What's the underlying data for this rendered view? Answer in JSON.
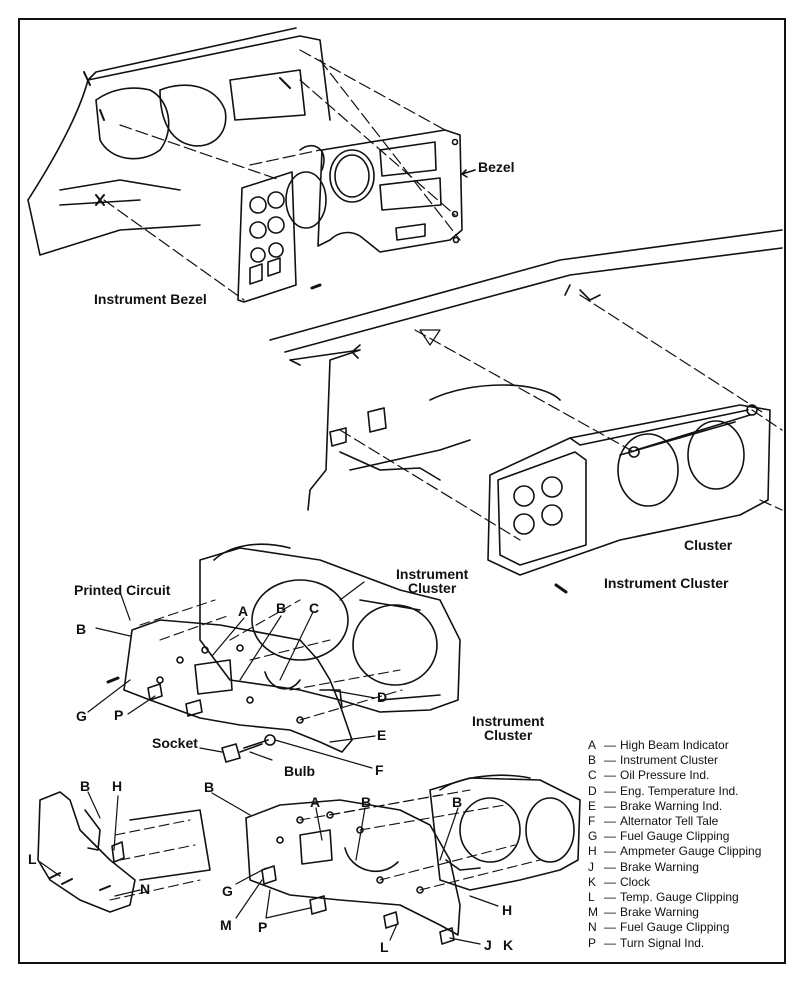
{
  "labels": {
    "bezel": "Bezel",
    "instrument_bezel": "Instrument Bezel",
    "cluster": "Cluster",
    "instrument_cluster": "Instrument Cluster",
    "printed_circuit": "Printed Circuit",
    "instrument_cluster_mid": "Instrument\nCluster",
    "instrument_cluster_low": "Instrument\nCluster",
    "socket": "Socket",
    "bulb": "Bulb"
  },
  "callouts": {
    "mid": {
      "B": "B",
      "A": "A",
      "B2": "B",
      "C": "C",
      "D": "D",
      "E": "E",
      "F": "F",
      "G": "G",
      "P": "P"
    },
    "low_left": {
      "B": "B",
      "H": "H",
      "L": "L",
      "N": "N"
    },
    "low_mid": {
      "B": "B",
      "A": "A",
      "B2": "B",
      "B3": "B",
      "G": "G",
      "M": "M",
      "P": "P",
      "L": "L",
      "J": "J",
      "K": "K",
      "H": "H"
    }
  },
  "legend": [
    {
      "key": "A",
      "text": "High Beam Indicator"
    },
    {
      "key": "B",
      "text": "Instrument Cluster"
    },
    {
      "key": "C",
      "text": "Oil Pressure Ind."
    },
    {
      "key": "D",
      "text": "Eng. Temperature Ind."
    },
    {
      "key": "E",
      "text": "Brake Warning Ind."
    },
    {
      "key": "F",
      "text": "Alternator Tell Tale"
    },
    {
      "key": "G",
      "text": "Fuel Gauge Clipping"
    },
    {
      "key": "H",
      "text": "Ampmeter Gauge Clipping"
    },
    {
      "key": "J",
      "text": "Brake Warning"
    },
    {
      "key": "K",
      "text": "Clock"
    },
    {
      "key": "L",
      "text": "Temp. Gauge Clipping"
    },
    {
      "key": "M",
      "text": "Brake Warning"
    },
    {
      "key": "N",
      "text": "Fuel Gauge Clipping"
    },
    {
      "key": "P",
      "text": "Turn Signal Ind."
    }
  ],
  "dash": "—"
}
